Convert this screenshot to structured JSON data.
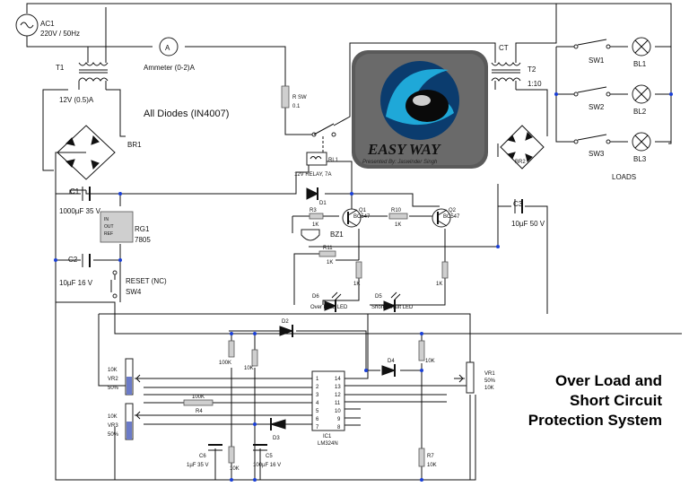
{
  "labels": {
    "ac1": "AC1",
    "ac1_rating": "220V / 50Hz",
    "ammeter": "Ammeter (0-2)A",
    "t1": "T1",
    "t1_rating": "12V (0.5)A",
    "all_diodes": "All Diodes (IN4007)",
    "br1": "BR1",
    "c1": "C1",
    "c1_rating": "1000µF 35 V",
    "rg1": "RG1",
    "rg1_part": "7805",
    "c2": "C2",
    "c2_rating": "10µF 16 V",
    "reset": "RESET (NC)",
    "sw4": "SW4",
    "r_sw": "R SW",
    "r_sw_val": "0.1",
    "rl1": "RL1",
    "relay": "12V RELAY, 7A",
    "d1": "D1",
    "r3": "R3",
    "r3_val": "1K",
    "q1": "Q1",
    "q1_part": "BC547",
    "r10": "R10",
    "r10_val": "1K",
    "q2": "Q2",
    "q2_part": "BC547",
    "bz1": "BZ1",
    "r11": "R11",
    "r11_val": "1K",
    "r_1k_a": "1K",
    "r_1k_b": "1K",
    "d6": "D6",
    "d6_label": "Over Load LED",
    "d5": "D5",
    "d5_label": "Short Circuit LED",
    "ct": "CT",
    "t2": "T2",
    "t2_ratio": "1:10",
    "br2": "BR2",
    "c3": "C3",
    "c3_rating": "10µF 50 V",
    "sw1": "SW1",
    "sw2": "SW2",
    "sw3": "SW3",
    "bl1": "BL1",
    "bl2": "BL2",
    "bl3": "BL3",
    "loads": "LOADS",
    "d2": "D2",
    "d3": "D3",
    "d4": "D4",
    "r_100k": "100K",
    "r_10k_a": "10K",
    "r_10k_b": "10K",
    "r_10k_c": "10K",
    "r4": "R4",
    "r4_val": "100K",
    "r7": "R7",
    "r7_val": "10K",
    "vr1": "VR1",
    "vr1_val": "10K",
    "vr1_pct": "50%",
    "vr2": "VR2",
    "vr2_val": "10K",
    "vr2_pct": "50%",
    "vr3": "VR3",
    "vr3_val": "10K",
    "vr3_pct": "50%",
    "ic1": "IC1",
    "ic1_part": "LM324N",
    "c6": "C6",
    "c6_rating": "1µF 35 V",
    "c5": "C5",
    "c5_rating": "100µF 16 V",
    "rg_in": "IN",
    "rg_out": "OUT",
    "rg_ref": "REF",
    "pins_left": [
      "1",
      "2",
      "3",
      "4",
      "5",
      "6",
      "7"
    ],
    "pins_right": [
      "14",
      "13",
      "12",
      "11",
      "10",
      "9",
      "8"
    ]
  },
  "logo": {
    "brand": "EASY WAY",
    "tagline": "Presented By: Jaswinder Singh"
  },
  "title_lines": [
    "Over Load and",
    "Short Circuit",
    "Protection System"
  ],
  "colors": {
    "wire": "#111111",
    "wire_alt": "#1a3fd6",
    "logo_bg": "#5a5a5a",
    "logo_swoosh": "#1fa8d8"
  }
}
